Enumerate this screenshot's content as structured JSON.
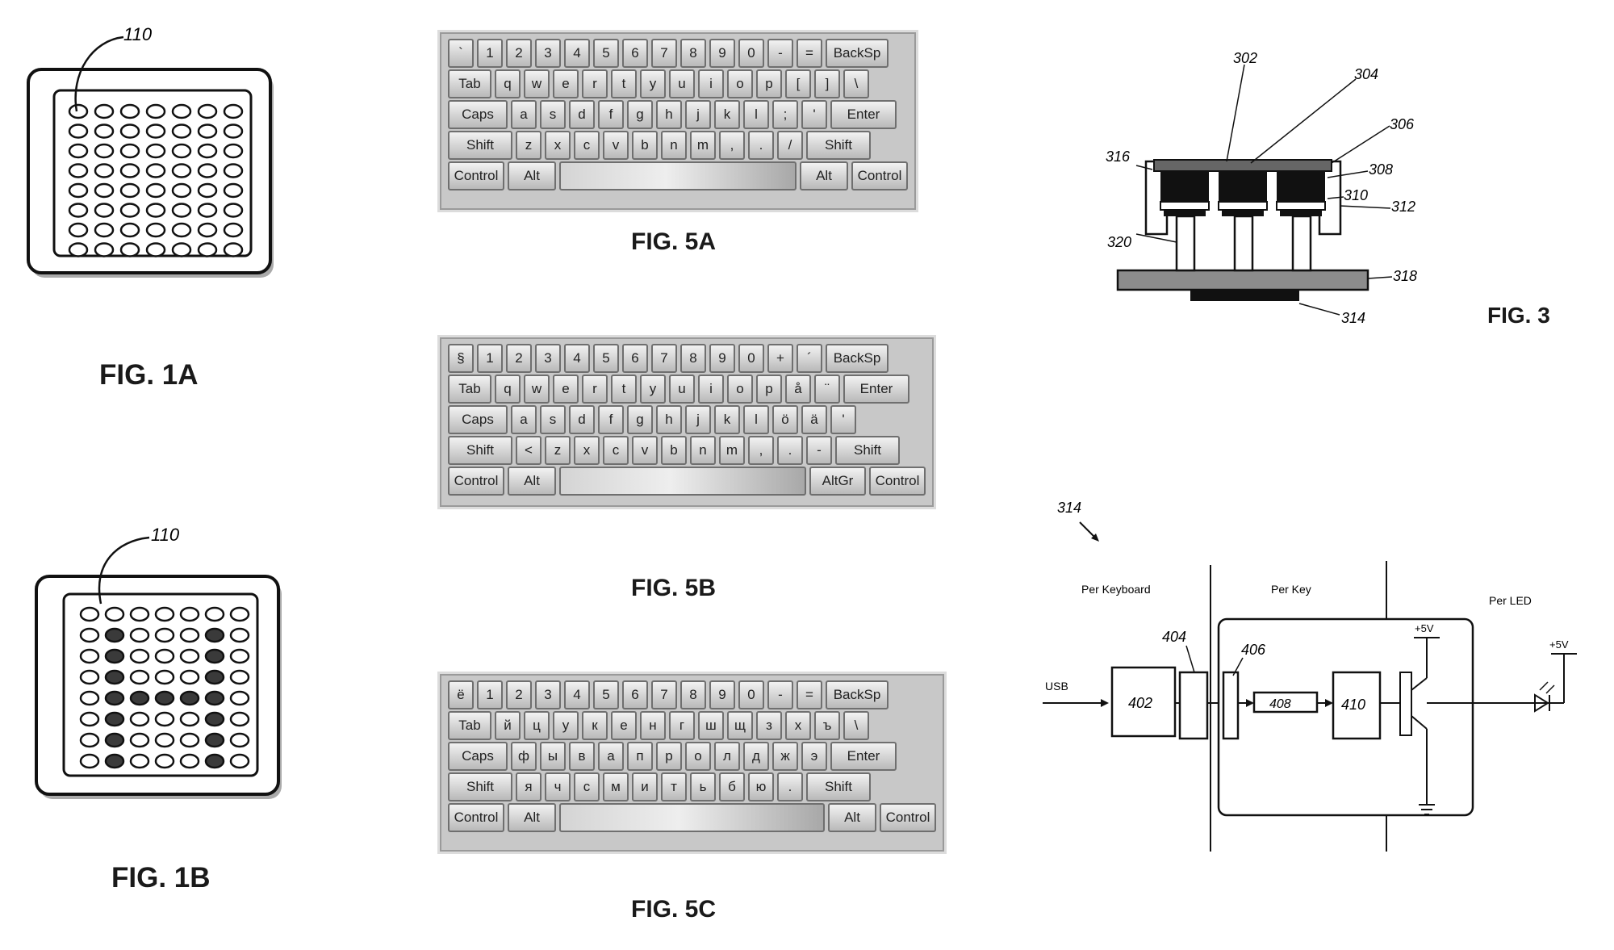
{
  "figures": {
    "fig1a": {
      "caption": "FIG. 1A",
      "ref": "110"
    },
    "fig1b": {
      "caption": "FIG. 1B",
      "ref": "110"
    },
    "fig3": {
      "caption": "FIG. 3",
      "refs": [
        "302",
        "304",
        "306",
        "308",
        "310",
        "312",
        "316",
        "320",
        "318",
        "314"
      ]
    },
    "fig5a": {
      "caption": "FIG. 5A"
    },
    "fig5b": {
      "caption": "FIG. 5B"
    },
    "fig5c": {
      "caption": "FIG. 5C"
    },
    "fig4": {
      "ref": "314",
      "sections": [
        "Per Keyboard",
        "Per Key",
        "Per LED"
      ],
      "input_label": "USB",
      "blocks": [
        "402",
        "404",
        "406",
        "408",
        "410"
      ],
      "supply": [
        "+5V",
        "+5V"
      ]
    }
  },
  "keyboards": {
    "fig5a": [
      [
        "`",
        "1",
        "2",
        "3",
        "4",
        "5",
        "6",
        "7",
        "8",
        "9",
        "0",
        "-",
        "=",
        "BackSp"
      ],
      [
        "Tab",
        "q",
        "w",
        "e",
        "r",
        "t",
        "y",
        "u",
        "i",
        "o",
        "p",
        "[",
        "]",
        "\\"
      ],
      [
        "Caps",
        "a",
        "s",
        "d",
        "f",
        "g",
        "h",
        "j",
        "k",
        "l",
        ";",
        "'",
        "Enter"
      ],
      [
        "Shift",
        "z",
        "x",
        "c",
        "v",
        "b",
        "n",
        "m",
        ",",
        ".",
        "/",
        "Shift"
      ],
      [
        "Control",
        "Alt",
        "",
        "Alt",
        "Control"
      ]
    ],
    "fig5b": [
      [
        "§",
        "1",
        "2",
        "3",
        "4",
        "5",
        "6",
        "7",
        "8",
        "9",
        "0",
        "+",
        "´",
        "BackSp"
      ],
      [
        "Tab",
        "q",
        "w",
        "e",
        "r",
        "t",
        "y",
        "u",
        "i",
        "o",
        "p",
        "å",
        "¨",
        "Enter"
      ],
      [
        "Caps",
        "a",
        "s",
        "d",
        "f",
        "g",
        "h",
        "j",
        "k",
        "l",
        "ö",
        "ä",
        "'"
      ],
      [
        "Shift",
        "<",
        "z",
        "x",
        "c",
        "v",
        "b",
        "n",
        "m",
        ",",
        ".",
        "-",
        "Shift"
      ],
      [
        "Control",
        "Alt",
        "",
        "AltGr",
        "Control"
      ]
    ],
    "fig5c": [
      [
        "ё",
        "1",
        "2",
        "3",
        "4",
        "5",
        "6",
        "7",
        "8",
        "9",
        "0",
        "-",
        "=",
        "BackSp"
      ],
      [
        "Tab",
        "й",
        "ц",
        "у",
        "к",
        "е",
        "н",
        "г",
        "ш",
        "щ",
        "з",
        "х",
        "ъ",
        "\\"
      ],
      [
        "Caps",
        "ф",
        "ы",
        "в",
        "а",
        "п",
        "р",
        "о",
        "л",
        "д",
        "ж",
        "э",
        "Enter"
      ],
      [
        "Shift",
        "я",
        "ч",
        "с",
        "м",
        "и",
        "т",
        "ь",
        "б",
        "ю",
        ".",
        "Shift"
      ],
      [
        "Control",
        "Alt",
        "",
        "Alt",
        "Control"
      ]
    ]
  },
  "led_pattern_1b": [
    [
      0,
      0,
      0,
      0,
      0,
      0,
      0
    ],
    [
      0,
      1,
      0,
      0,
      0,
      1,
      0
    ],
    [
      0,
      1,
      0,
      0,
      0,
      1,
      0
    ],
    [
      0,
      1,
      0,
      0,
      0,
      1,
      0
    ],
    [
      0,
      1,
      1,
      1,
      1,
      1,
      0
    ],
    [
      0,
      1,
      0,
      0,
      0,
      1,
      0
    ],
    [
      0,
      1,
      0,
      0,
      0,
      1,
      0
    ],
    [
      0,
      1,
      0,
      0,
      0,
      1,
      0
    ]
  ]
}
